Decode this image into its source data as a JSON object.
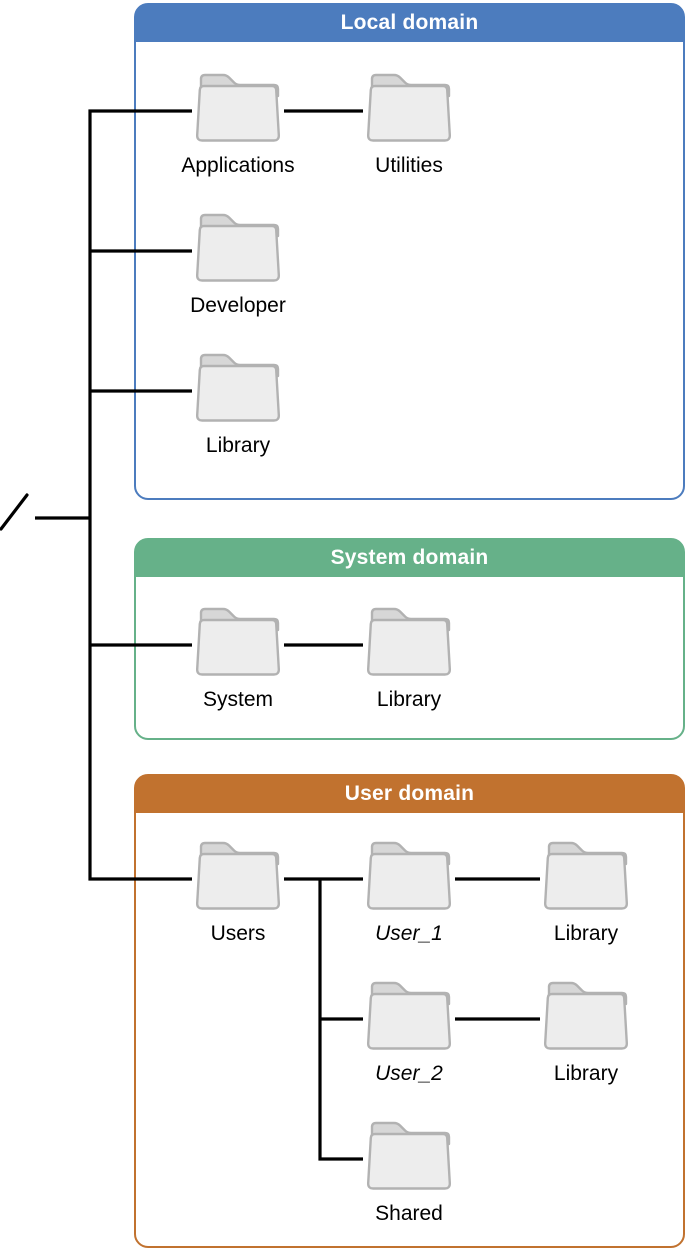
{
  "diagram": {
    "type": "filesystem-domains-tree",
    "root": {
      "symbol": "/"
    },
    "domains": [
      {
        "title": "Local domain",
        "header_color": "#4C7CBE",
        "folders": [
          {
            "label": "Applications",
            "italic": false
          },
          {
            "label": "Utilities",
            "italic": false
          },
          {
            "label": "Developer",
            "italic": false
          },
          {
            "label": "Library",
            "italic": false
          }
        ],
        "connections": [
          [
            "/",
            "Applications"
          ],
          [
            "Applications",
            "Utilities"
          ],
          [
            "/",
            "Developer"
          ],
          [
            "/",
            "Library"
          ]
        ]
      },
      {
        "title": "System domain",
        "header_color": "#66B189",
        "folders": [
          {
            "label": "System",
            "italic": false
          },
          {
            "label": "Library",
            "italic": false
          }
        ],
        "connections": [
          [
            "/",
            "System"
          ],
          [
            "System",
            "Library"
          ]
        ]
      },
      {
        "title": "User domain",
        "header_color": "#C1722F",
        "folders": [
          {
            "label": "Users",
            "italic": false
          },
          {
            "label": "User_1",
            "italic": true
          },
          {
            "label": "Library",
            "italic": false
          },
          {
            "label": "User_2",
            "italic": true
          },
          {
            "label": "Library",
            "italic": false
          },
          {
            "label": "Shared",
            "italic": false
          }
        ],
        "connections": [
          [
            "/",
            "Users"
          ],
          [
            "Users",
            "User_1"
          ],
          [
            "User_1",
            "Library"
          ],
          [
            "Users",
            "User_2"
          ],
          [
            "User_2",
            "Library"
          ],
          [
            "Users",
            "Shared"
          ]
        ]
      }
    ],
    "colors": {
      "background": "#FFFFFF",
      "line": "#000000",
      "folder_fill": "#EDEDED",
      "folder_tab": "#D7D7D7",
      "folder_stroke": "#B2B2B2",
      "header_text": "#FFFFFF",
      "label_text": "#000000"
    }
  }
}
